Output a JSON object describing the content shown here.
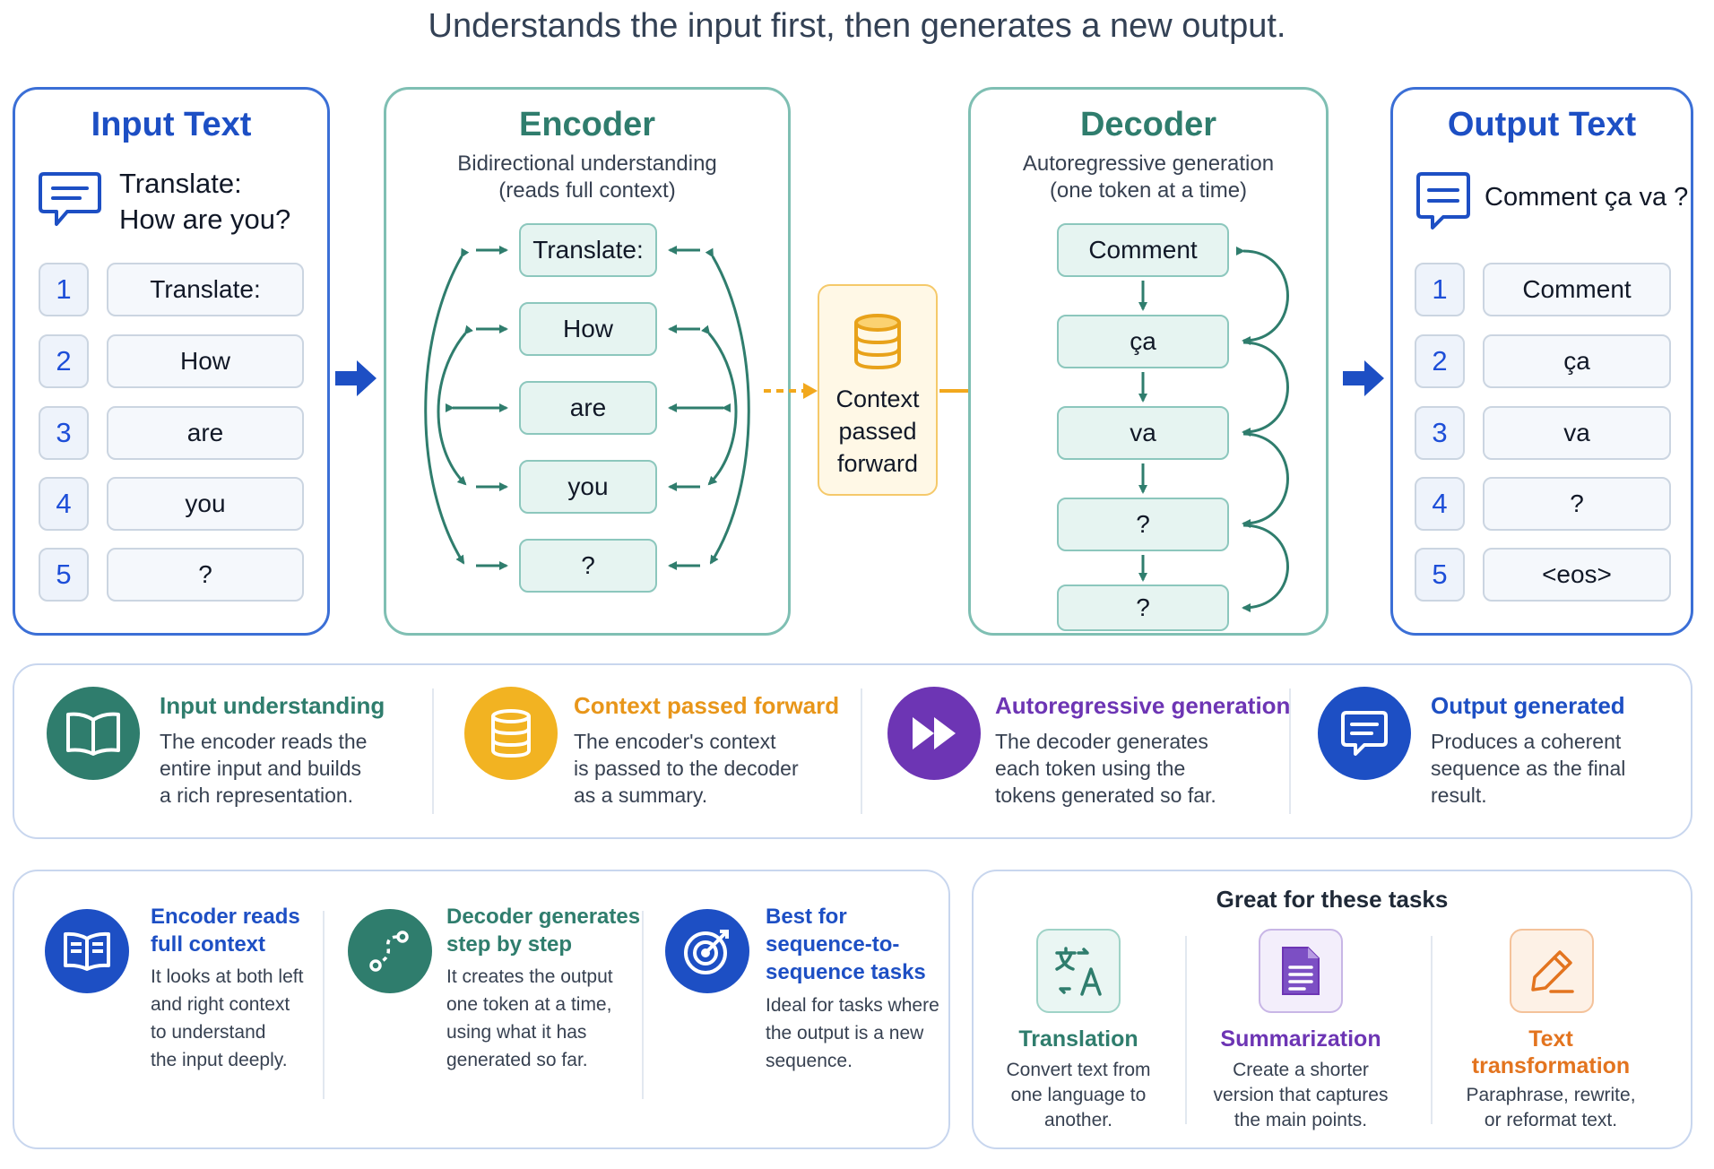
{
  "title": "Understands the input first, then generates a new output.",
  "input_panel": {
    "title": "Input Text",
    "message": [
      "Translate:",
      "How are you?"
    ],
    "tokens": [
      {
        "num": "1",
        "text": "Translate:"
      },
      {
        "num": "2",
        "text": "How"
      },
      {
        "num": "3",
        "text": "are"
      },
      {
        "num": "4",
        "text": "you"
      },
      {
        "num": "5",
        "text": "?"
      }
    ]
  },
  "encoder": {
    "title": "Encoder",
    "subtitle": [
      "Bidirectional understanding",
      "(reads full context)"
    ],
    "tokens": [
      "Translate:",
      "How",
      "are",
      "you",
      "?"
    ]
  },
  "context": {
    "label": [
      "Context",
      "passed",
      "forward"
    ]
  },
  "decoder": {
    "title": "Decoder",
    "subtitle": [
      "Autoregressive generation",
      "(one token at a time)"
    ],
    "tokens": [
      "Comment",
      "ça",
      "va",
      "?",
      "?"
    ]
  },
  "output_panel": {
    "title": "Output Text",
    "message": "Comment ça va ?",
    "tokens": [
      {
        "num": "1",
        "text": "Comment"
      },
      {
        "num": "2",
        "text": "ça"
      },
      {
        "num": "3",
        "text": "va"
      },
      {
        "num": "4",
        "text": "?"
      },
      {
        "num": "5",
        "text": "<eos>"
      }
    ]
  },
  "features": [
    {
      "title": "Input understanding",
      "desc": [
        "The encoder reads the",
        "entire input and builds",
        "a rich representation."
      ],
      "color": "#2f7d6d",
      "icon": "book-icon"
    },
    {
      "title": "Context passed forward",
      "desc": [
        "The encoder's context",
        "is passed to the decoder",
        "as a summary."
      ],
      "color": "#f2a81d",
      "icon": "database-icon"
    },
    {
      "title": "Autoregressive generation",
      "desc": [
        "The decoder generates",
        "each token using the",
        "tokens generated so far."
      ],
      "color": "#6d35b4",
      "icon": "fast-forward-icon"
    },
    {
      "title": "Output generated",
      "desc": [
        "Produces a coherent",
        "sequence as the final",
        "result."
      ],
      "color": "#1d4fc4",
      "icon": "chat-icon"
    }
  ],
  "details": [
    {
      "title": [
        "Encoder reads",
        "full context"
      ],
      "desc": [
        "It looks at both left",
        "and right context",
        "to understand",
        "the input deeply."
      ],
      "color": "#1d4fc4",
      "icon": "book-icon"
    },
    {
      "title": [
        "Decoder generates",
        "step by step"
      ],
      "desc": [
        "It creates the output",
        "one token at a time,",
        "using what it has",
        "generated so far."
      ],
      "color": "#2f7d6d",
      "icon": "path-icon"
    },
    {
      "title": [
        "Best for",
        "sequence-to-",
        "sequence tasks"
      ],
      "desc": [
        "Ideal for tasks where",
        "the output is a new",
        "sequence."
      ],
      "color": "#1d4fc4",
      "icon": "target-icon"
    }
  ],
  "tasks": {
    "heading": "Great for these tasks",
    "items": [
      {
        "title": [
          "Translation"
        ],
        "desc": [
          "Convert text from",
          "one language to",
          "another."
        ],
        "color": "#2f7d6d",
        "icon": "translate-icon"
      },
      {
        "title": [
          "Summarization"
        ],
        "desc": [
          "Create a shorter",
          "version that captures",
          "the main points."
        ],
        "color": "#6d35b4",
        "icon": "document-icon"
      },
      {
        "title": [
          "Text",
          "transformation"
        ],
        "desc": [
          "Paraphrase, rewrite,",
          "or reformat text."
        ],
        "color": "#e3741f",
        "icon": "pencil-icon"
      }
    ]
  },
  "colors": {
    "blue": "#1d4fc4",
    "teal": "#2f7d6d",
    "orange": "#f2a81d",
    "purple": "#6d35b4"
  }
}
